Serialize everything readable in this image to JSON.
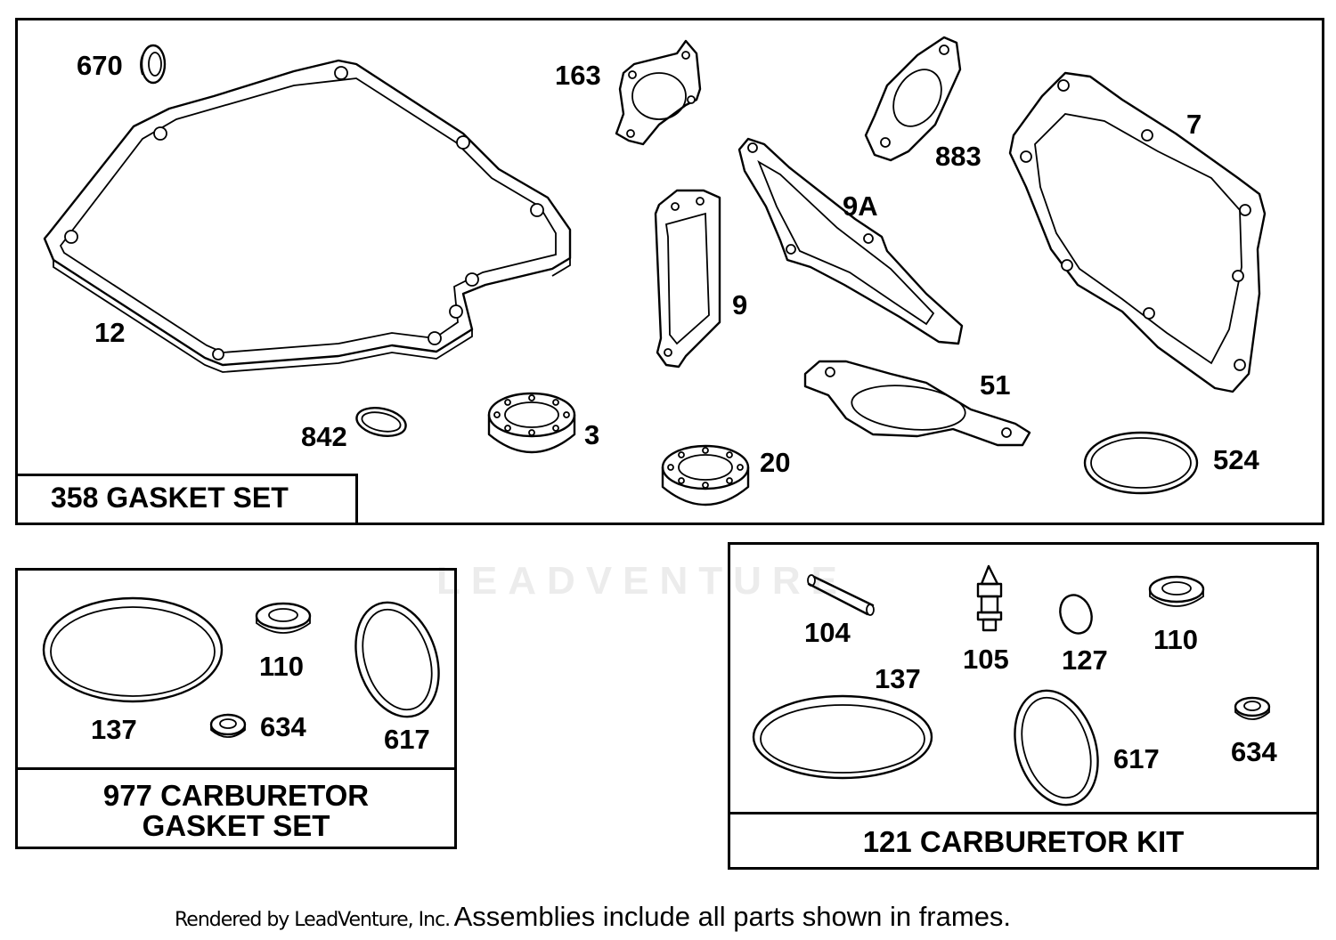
{
  "watermark": "LEADVENTURE",
  "frames": {
    "gasket_set": {
      "title": "358 GASKET SET"
    },
    "carb_gasket_set": {
      "title_line1": "977 CARBURETOR",
      "title_line2": "GASKET SET"
    },
    "carb_kit": {
      "title": "121 CARBURETOR KIT"
    }
  },
  "labels": {
    "p670": "670",
    "p12": "12",
    "p842": "842",
    "p3": "3",
    "p20": "20",
    "p163": "163",
    "p9": "9",
    "p9a": "9A",
    "p883": "883",
    "p7": "7",
    "p51": "51",
    "p524": "524",
    "c_p110": "110",
    "c_p137": "137",
    "c_p634": "634",
    "c_p617": "617",
    "k_p104": "104",
    "k_p105": "105",
    "k_p127": "127",
    "k_p110": "110",
    "k_p137": "137",
    "k_p617": "617",
    "k_p634": "634"
  },
  "footer": {
    "credit": "Rendered by LeadVenture, Inc.",
    "note": "Assemblies include all parts shown in frames."
  }
}
